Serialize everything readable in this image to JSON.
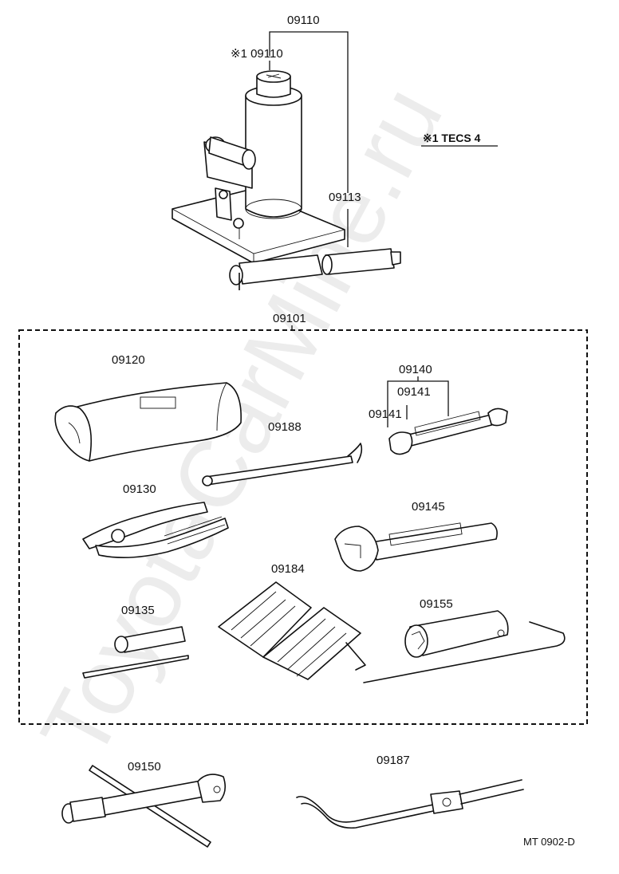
{
  "labels": {
    "jack_assy": "09110",
    "jack_note": "※1 09110",
    "note_legend": "※1  TECS 4",
    "jack_handle": "09113",
    "tool_set": "09101",
    "tool_bag": "09120",
    "spanner_set": "09140",
    "spanner_a": "09141",
    "spanner_b": "09141",
    "tire_lever": "09188",
    "pliers": "09130",
    "adjustable_wrench": "09145",
    "wheel_chock": "09184",
    "screwdriver": "09135",
    "plug_wrench": "09155",
    "lug_wrench": "09150",
    "tow_hook_handle": "09187"
  },
  "footer": {
    "drawing_code": "MT 0902-D"
  },
  "watermark": "ToyotaCarMine.ru"
}
